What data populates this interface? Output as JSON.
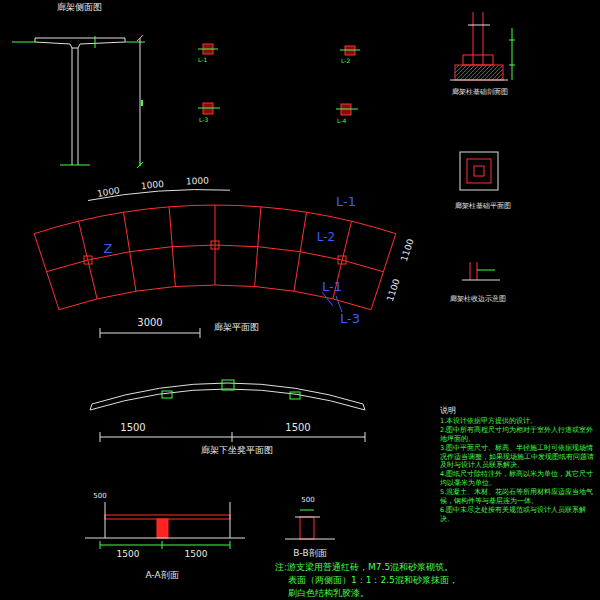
{
  "diagram": {
    "labels": [
      "廊架侧面图",
      "L-1",
      "L-2",
      "L-3",
      "L-4",
      "廊架柱基础剖面图",
      "廊架柱基础平面图",
      "廊架柱收边示意图",
      "1000",
      "1000",
      "1000",
      "L-1",
      "L-2",
      "Z",
      "1100",
      "1100",
      "L-1",
      "L-3",
      "3000",
      "廊架平面图",
      "1500",
      "1500",
      "廊架下坐凳平面图",
      "500",
      "1500",
      "1500",
      "A-A剖面",
      "500",
      "B-B剖面",
      "说明",
      "1.本设计依据甲方提供的设计。",
      "2.图中所有高程尺寸均为相对于室外人行道或室外地坪面的。",
      "3.图中平面尺寸、标高、半径施工时可依据现场情况作适当调整，如果现场施工中发现图纸有问题请及时与设计人员联系解决。",
      "4.图纸尺寸除特注外，标高以米为单位，其它尺寸均以毫米为单位。",
      "5.混凝土、木材、花岗石等所用材料应适应当地气候，钢构件等与基层连为一体。",
      "6.图中未尽之处按有关规范或与设计人员联系解决。",
      "注:游支梁用普通红砖，M7.5混和砂浆砌筑。",
      "表面（两侧面）1：1：2.5混和砂浆抹面，",
      "刷白色结构乳胶漆。"
    ]
  }
}
